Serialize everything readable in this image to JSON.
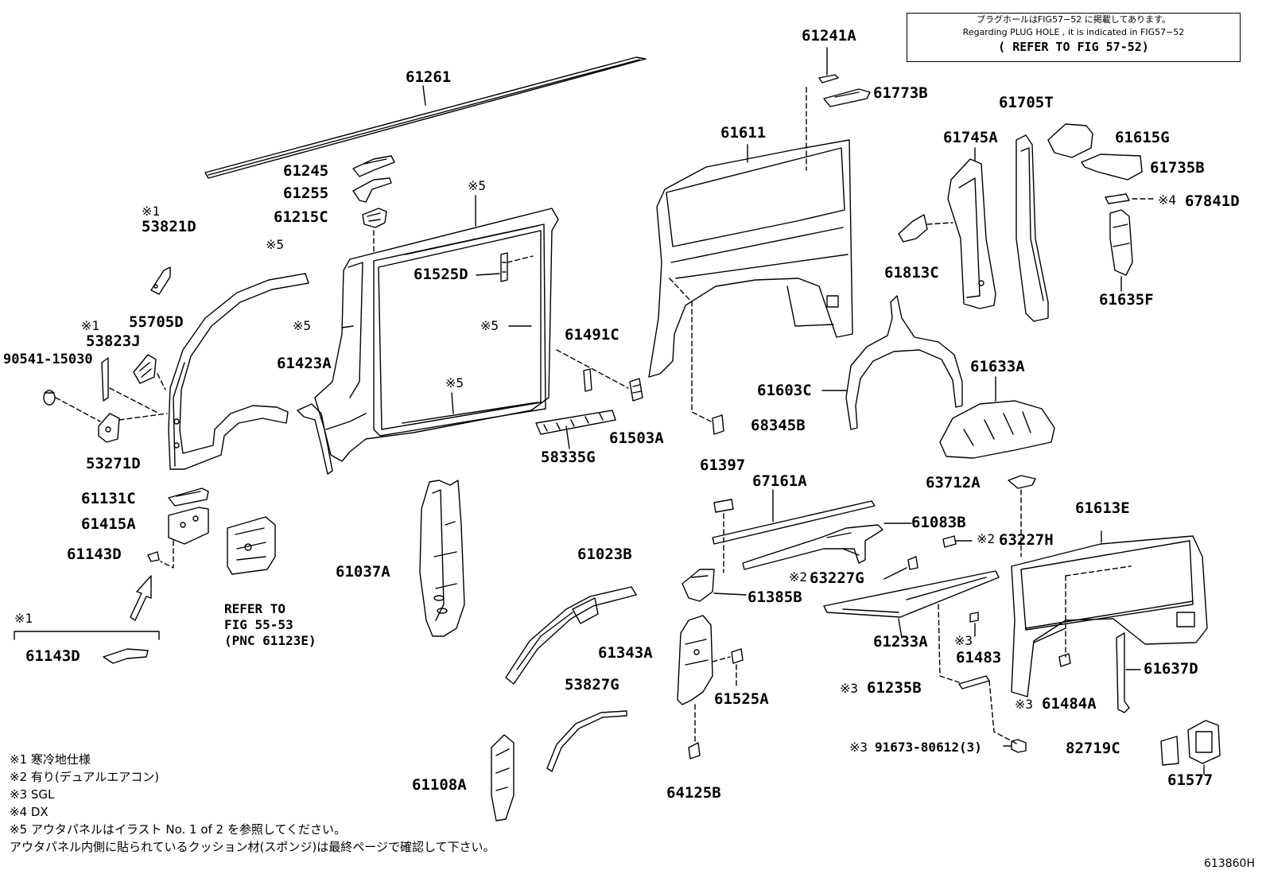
{
  "notice": {
    "line1": "プラグホールはFIG57−52 に掲載してあります。",
    "line2": "Regarding PLUG HOLE , it is indicated in FIG57−52",
    "line3": "( REFER TO FIG 57-52)"
  },
  "parts": {
    "p61261": "61261",
    "p61245": "61245",
    "p61255": "61255",
    "p61215C": "61215C",
    "p53821D": "53821D",
    "p53821D_mark": "※1",
    "p55705D": "55705D",
    "p53823J": "53823J",
    "p53823J_mark": "※1",
    "p90541": "90541-15030",
    "p53271D": "53271D",
    "p61423A": "61423A",
    "p61525D": "61525D",
    "p61491C": "61491C",
    "p61503A": "61503A",
    "p58335G": "58335G",
    "p61131C": "61131C",
    "p61415A": "61415A",
    "p61143D": "61143D",
    "p61143D_b": "61143D",
    "p61143D_b_mark": "※1",
    "p61037A": "61037A",
    "p61023B": "61023B",
    "p53827G": "53827G",
    "p61108A": "61108A",
    "p61343A": "61343A",
    "p61525A": "61525A",
    "p64125B": "64125B",
    "p61397": "61397",
    "p67161A": "67161A",
    "p61083B": "61083B",
    "p61385B": "61385B",
    "p63227G": "63227G",
    "p63227G_mark": "※2",
    "p63227H": "63227H",
    "p63227H_mark": "※2",
    "p61233A": "61233A",
    "p61483": "61483",
    "p61483_mark": "※3",
    "p61235B": "61235B",
    "p61235B_mark": "※3",
    "p91673": "91673-80612(3)",
    "p91673_mark": "※3",
    "p61241A": "61241A",
    "p61773B": "61773B",
    "p61611": "61611",
    "p61705T": "61705T",
    "p61745A": "61745A",
    "p61615G": "61615G",
    "p61735B": "61735B",
    "p67841D": "67841D",
    "p67841D_mark": "※4",
    "p61813C": "61813C",
    "p61635F": "61635F",
    "p61603C": "61603C",
    "p61633A": "61633A",
    "p68345B": "68345B",
    "p63712A": "63712A",
    "p61613E": "61613E",
    "p61637D": "61637D",
    "p61484A": "61484A",
    "p61484A_mark": "※3",
    "p82719C": "82719C",
    "p61577": "61577",
    "mark5": "※5"
  },
  "refer": {
    "line1": "REFER TO",
    "line2": "FIG 55-53",
    "line3": "(PNC 61123E)"
  },
  "legend": {
    "n1": "※1 寒冷地仕様",
    "n2": "※2 有り(デュアルエアコン)",
    "n3": "※3 SGL",
    "n4": "※4 DX",
    "n5": "※5 アウタパネルはイラスト No. 1 of 2 を参照してください。",
    "n6": "アウタパネル内側に貼られているクッション材(スポンジ)は最終ページで確認して下さい。"
  },
  "figure_id": "613860H"
}
